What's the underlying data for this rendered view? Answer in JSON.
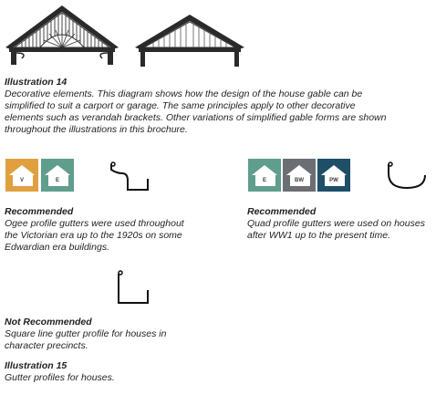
{
  "illustration14": {
    "label": "Illustration 14",
    "body": "Decorative elements. This diagram shows how the design of the house gable can be simplified to suit a carport or garage. The same principles apply to other decorative elements such as verandah brackets. Other variations of simplified gable forms are shown throughout the illustrations in this brochure."
  },
  "badges": {
    "left": [
      {
        "code": "V",
        "color": "#e0a040"
      },
      {
        "code": "E",
        "color": "#5f9e8c"
      }
    ],
    "right": [
      {
        "code": "E",
        "color": "#5f9e8c"
      },
      {
        "code": "BW",
        "color": "#6b6f74"
      },
      {
        "code": "PW",
        "color": "#1e4f66"
      }
    ]
  },
  "ogee": {
    "heading": "Recommended",
    "body": "Ogee profile gutters were used throughout the Victorian era up to the 1920s on some Edwardian  era buildings."
  },
  "quad": {
    "heading": "Recommended",
    "body": "Quad profile gutters were used on houses after WW1 up to the present time."
  },
  "square": {
    "heading": "Not Recommended",
    "body": "Square line gutter profile for houses in character precincts."
  },
  "illustration15": {
    "label": "Illustration 15",
    "body": "Gutter profiles for houses."
  }
}
